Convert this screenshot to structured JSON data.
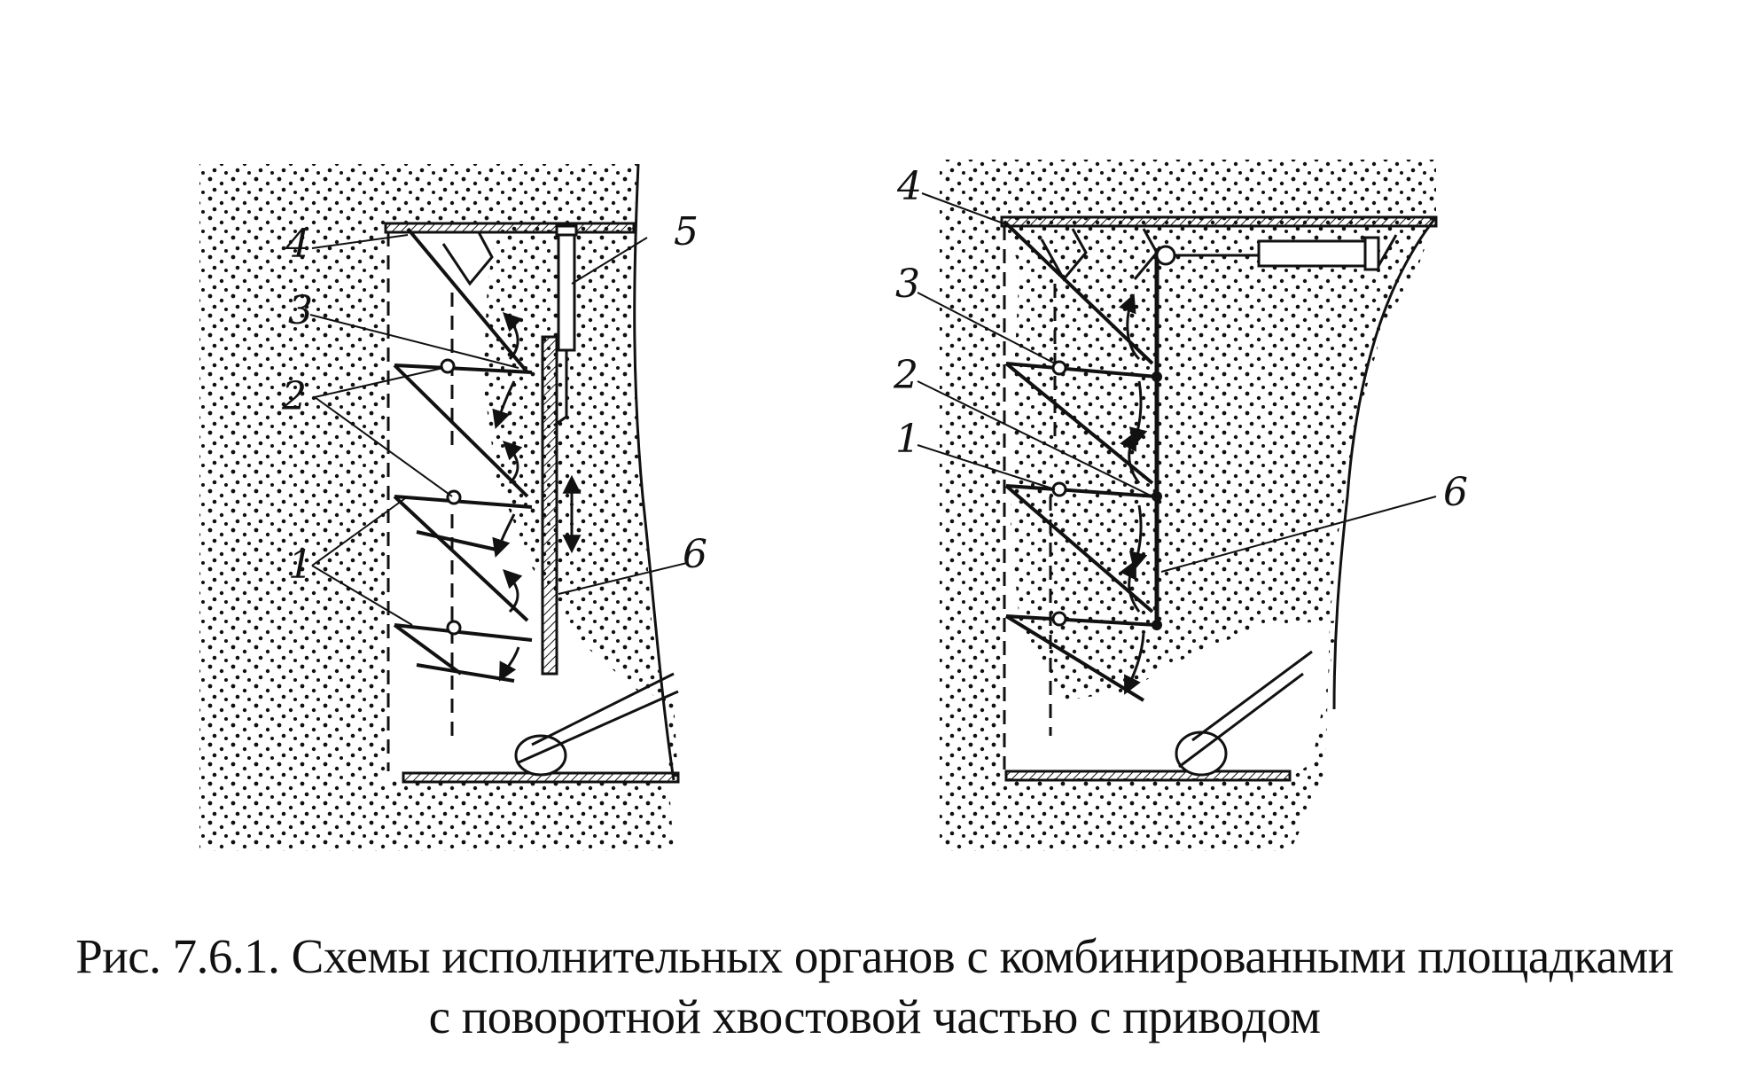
{
  "caption": {
    "line1": "Рис. 7.6.1. Схемы исполнительных органов с комбинированными площадками",
    "line2": "с поворотной хвостовой частью с приводом"
  },
  "diagrams": [
    {
      "labels": [
        "1",
        "2",
        "3",
        "4",
        "5",
        "6"
      ]
    },
    {
      "labels": [
        "1",
        "2",
        "3",
        "4",
        "6"
      ]
    }
  ],
  "colors": {
    "ink": "#111111",
    "paper": "#ffffff"
  }
}
